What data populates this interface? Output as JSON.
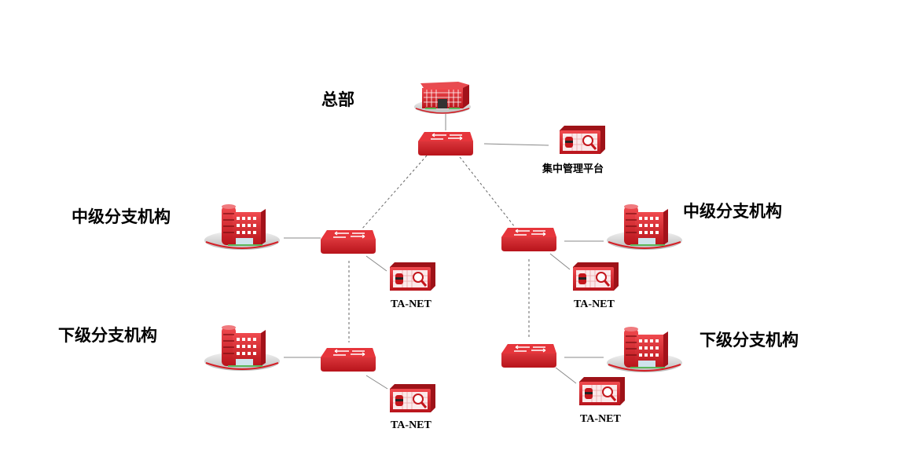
{
  "labels": {
    "hq": "总部",
    "mgmt": "集中管理平台",
    "mid_left": "中级分支机构",
    "mid_right": "中级分支机构",
    "low_left": "下级分支机构",
    "low_right": "下级分支机构",
    "tanet_mid_left": "TA-NET",
    "tanet_mid_right": "TA-NET",
    "tanet_low_left": "TA-NET",
    "tanet_low_right": "TA-NET"
  },
  "colors": {
    "accent": "#d42027",
    "dark": "#a0141a",
    "line": "#777777"
  }
}
